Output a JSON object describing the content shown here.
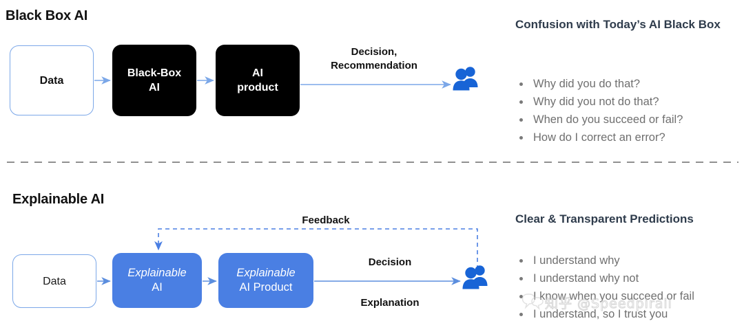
{
  "meta": {
    "accent_blue": "#4a7fe3",
    "arrow_blue": "#7ba7e8",
    "heading_navy": "#2f3c4c",
    "bullet_gray": "#6f6f6f",
    "black_box": "#000000",
    "divider_gray": "#808080"
  },
  "black_box_section": {
    "title": "Black Box AI",
    "nodes": {
      "data": "Data",
      "model_line1": "Black-Box",
      "model_line2": "AI",
      "product_line1": "AI",
      "product_line2": "product"
    },
    "flow_label_line1": "Decision,",
    "flow_label_line2": "Recommendation",
    "people_icon": "people-icon",
    "panel": {
      "heading": "Confusion with Today’s AI Black Box",
      "bullets": [
        "Why did you do that?",
        "Why did you not do that?",
        "When do you succeed or fail?",
        "How do I correct an error?"
      ]
    }
  },
  "divider": "dashed-horizontal-divider",
  "explainable_section": {
    "title": "Explainable AI",
    "nodes": {
      "data": "Data",
      "xai_line1": "Explainable",
      "xai_line2": "AI",
      "xaiprod_line1": "Explainable",
      "xaiprod_line2": "AI Product"
    },
    "feedback_label": "Feedback",
    "decision_label": "Decision",
    "explanation_label": "Explanation",
    "people_icon": "people-icon",
    "panel": {
      "heading": "Clear & Transparent Predictions",
      "bullets": [
        "I understand why",
        "I understand why not",
        "I know when you succeed or fail",
        "I understand, so I trust you"
      ]
    }
  },
  "watermark": {
    "text": "知乎 @Speedpirail",
    "icon": "speech-bubble-icon"
  }
}
